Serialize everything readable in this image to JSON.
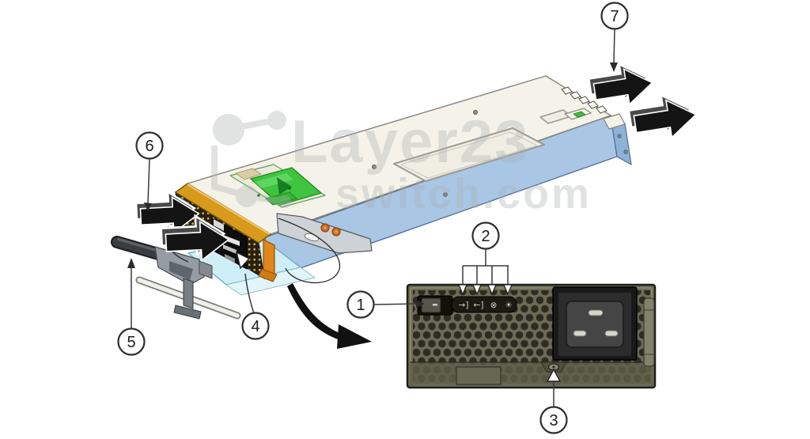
{
  "figure": {
    "description": "Power supply module removal and installation diagram with rear panel detail view"
  },
  "watermark": {
    "line1": "Layer23",
    "line2": "switch.com",
    "logo": "network-nodes-logo",
    "color": "#aab0b2"
  },
  "callouts": [
    {
      "number": "1"
    },
    {
      "number": "2"
    },
    {
      "number": "3"
    },
    {
      "number": "4"
    },
    {
      "number": "5"
    },
    {
      "number": "6"
    },
    {
      "number": "7"
    }
  ],
  "detail_view": {
    "led_icons": [
      {
        "name": "ac-input-led-icon",
        "glyph": "→]"
      },
      {
        "name": "dc-output-led-icon",
        "glyph": "←]"
      },
      {
        "name": "fault-led-icon",
        "glyph": "⊗"
      },
      {
        "name": "fan-led-icon",
        "glyph": "☀"
      }
    ]
  },
  "colors": {
    "psu_top": "#f5f3e9",
    "psu_side_blue": "#a9c6e4",
    "latch_green": "#3ec43e",
    "bezel_gold": "#d89a1c",
    "guide_orange": "#e0861a",
    "tray_cyan": "#cfeef8",
    "arrow_black": "#141414",
    "panel_olive": "#6b6b55",
    "vent_hole": "#2c2c22",
    "watermark_gray": "#e3e4e5"
  }
}
